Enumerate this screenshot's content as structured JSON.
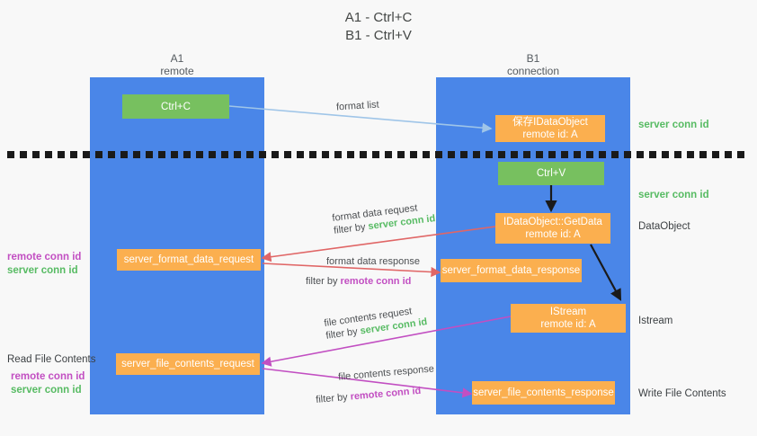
{
  "title": {
    "line1": "A1 - Ctrl+C",
    "line2": "B1 - Ctrl+V"
  },
  "lanes": [
    {
      "id": "a1",
      "name": "A1",
      "role": "remote"
    },
    {
      "id": "b1",
      "name": "B1",
      "role": "connection"
    }
  ],
  "nodes": {
    "ctrl_c": {
      "label": "Ctrl+C",
      "sub": ""
    },
    "save_idataobject": {
      "label": "保存IDataObject",
      "sub": "remote id: A"
    },
    "ctrl_v": {
      "label": "Ctrl+V",
      "sub": ""
    },
    "getdata": {
      "label": "IDataObject::GetData",
      "sub": "remote id: A"
    },
    "format_data_request": {
      "label": "server_format_data_request",
      "sub": ""
    },
    "format_data_response": {
      "label": "server_format_data_response",
      "sub": ""
    },
    "istream": {
      "label": "IStream",
      "sub": "remote id: A"
    },
    "file_contents_request": {
      "label": "server_file_contents_request",
      "sub": ""
    },
    "file_contents_response": {
      "label": "server_file_contents_response",
      "sub": ""
    }
  },
  "edges": {
    "format_list": {
      "label": "format list",
      "color": "#9fc5e8"
    },
    "format_data_request": {
      "label": "format data request",
      "filter_prefix": "filter by ",
      "filter_value": "server conn id",
      "filter_kind": "server",
      "color": "#e06666"
    },
    "format_data_response": {
      "label": "format data response",
      "filter_prefix": "filter by ",
      "filter_value": "remote conn id",
      "filter_kind": "remote",
      "color": "#e06666"
    },
    "file_contents_request": {
      "label": "file contents request",
      "filter_prefix": "filter by ",
      "filter_value": "server conn id",
      "filter_kind": "server",
      "color": "#c24fc2"
    },
    "file_contents_response": {
      "label": "file contents response",
      "filter_prefix": "filter by ",
      "filter_value": "remote conn id",
      "filter_kind": "remote",
      "color": "#c24fc2"
    }
  },
  "annotations": {
    "right": [
      {
        "id": "server-conn-id-top",
        "text": "server conn id",
        "kind": "server"
      },
      {
        "id": "server-conn-id-mid",
        "text": "server conn id",
        "kind": "server"
      },
      {
        "id": "dataobject",
        "text": "DataObject",
        "kind": "plain"
      },
      {
        "id": "istream",
        "text": "Istream",
        "kind": "plain"
      },
      {
        "id": "write-file-contents",
        "text": "Write File Contents",
        "kind": "plain"
      }
    ],
    "left": [
      {
        "id": "remote-conn-id-upper",
        "text": "remote conn id",
        "kind": "remote"
      },
      {
        "id": "server-conn-id-upper",
        "text": "server conn id",
        "kind": "server"
      },
      {
        "id": "read-file-contents",
        "text": "Read File Contents",
        "kind": "plain"
      },
      {
        "id": "remote-conn-id-lower",
        "text": "remote conn id",
        "kind": "remote"
      },
      {
        "id": "server-conn-id-lower",
        "text": "server conn id",
        "kind": "server"
      }
    ]
  },
  "colors": {
    "lane": "#4a86e8",
    "node_green": "#77c05f",
    "node_orange": "#fbaf4f",
    "server_tag": "#57bb63",
    "remote_tag": "#c24fc2",
    "arrow_light_blue": "#9fc5e8",
    "arrow_red": "#e06666",
    "arrow_purple": "#c24fc2",
    "arrow_black": "#1a1a1a",
    "background": "#f8f8f8"
  }
}
